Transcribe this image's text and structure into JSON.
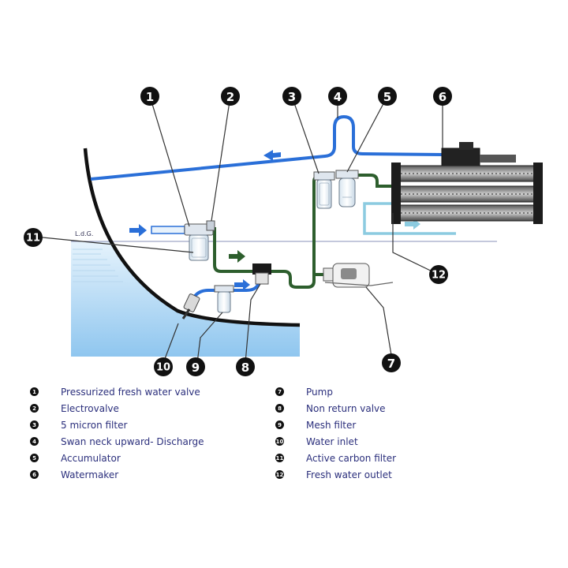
{
  "diagram": {
    "waterline_label": "L.d.G.",
    "callouts": [
      {
        "number": "1"
      },
      {
        "number": "2"
      },
      {
        "number": "3"
      },
      {
        "number": "4"
      },
      {
        "number": "5"
      },
      {
        "number": "6"
      },
      {
        "number": "7"
      },
      {
        "number": "8"
      },
      {
        "number": "9"
      },
      {
        "number": "10"
      },
      {
        "number": "11"
      },
      {
        "number": "12"
      }
    ],
    "colors": {
      "feed_line": "#2a6fd8",
      "product_line": "#2d5e2d",
      "outlet_line": "#8ccbe0",
      "sea": "#9fd0f2",
      "hull": "#111111"
    }
  },
  "legend": {
    "left": [
      {
        "number": "1",
        "label": "Pressurized fresh water valve"
      },
      {
        "number": "2",
        "label": "Electrovalve"
      },
      {
        "number": "3",
        "label": "5 micron filter"
      },
      {
        "number": "4",
        "label": "Swan neck upward- Discharge"
      },
      {
        "number": "5",
        "label": "Accumulator"
      },
      {
        "number": "6",
        "label": "Watermaker"
      }
    ],
    "right": [
      {
        "number": "7",
        "label": "Pump"
      },
      {
        "number": "8",
        "label": "Non return valve"
      },
      {
        "number": "9",
        "label": "Mesh filter"
      },
      {
        "number": "10",
        "label": "Water inlet"
      },
      {
        "number": "11",
        "label": "Active carbon filter"
      },
      {
        "number": "12",
        "label": "Fresh water outlet"
      }
    ]
  }
}
